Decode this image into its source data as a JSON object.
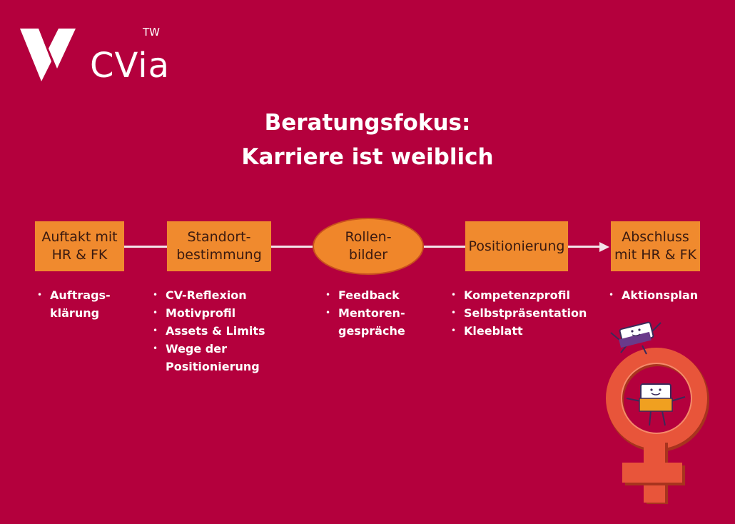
{
  "logo": {
    "text": "CVia",
    "trademark": "TW"
  },
  "title": {
    "line1": "Beratungsfokus:",
    "line2": "Karriere ist weiblich"
  },
  "steps": [
    {
      "label_line1": "Auftakt mit",
      "label_line2": "HR & FK",
      "bullets": [
        "Auftrags-",
        "klärung"
      ]
    },
    {
      "label_line1": "Standort-",
      "label_line2": "bestimmung",
      "bullets": [
        "CV-Reflexion",
        "Motivprofil",
        "Assets & Limits",
        "Wege der",
        "Positionierung"
      ]
    },
    {
      "label_line1": "Rollen-",
      "label_line2": "bilder",
      "bullets": [
        "Feedback",
        "Mentoren-",
        "gespräche"
      ]
    },
    {
      "label_line1": "Positionierung",
      "bullets": [
        "Kompetenzprofil",
        "Selbstpräsentation",
        "Kleeblatt"
      ]
    },
    {
      "label_line1": "Abschluss",
      "label_line2": "mit HR & FK",
      "bullets": [
        "Aktionsplan"
      ]
    }
  ],
  "colors": {
    "background": "#b4003d",
    "box": "#f08a2e",
    "connector": "#f3e4e9",
    "venus": "#e8553a"
  }
}
